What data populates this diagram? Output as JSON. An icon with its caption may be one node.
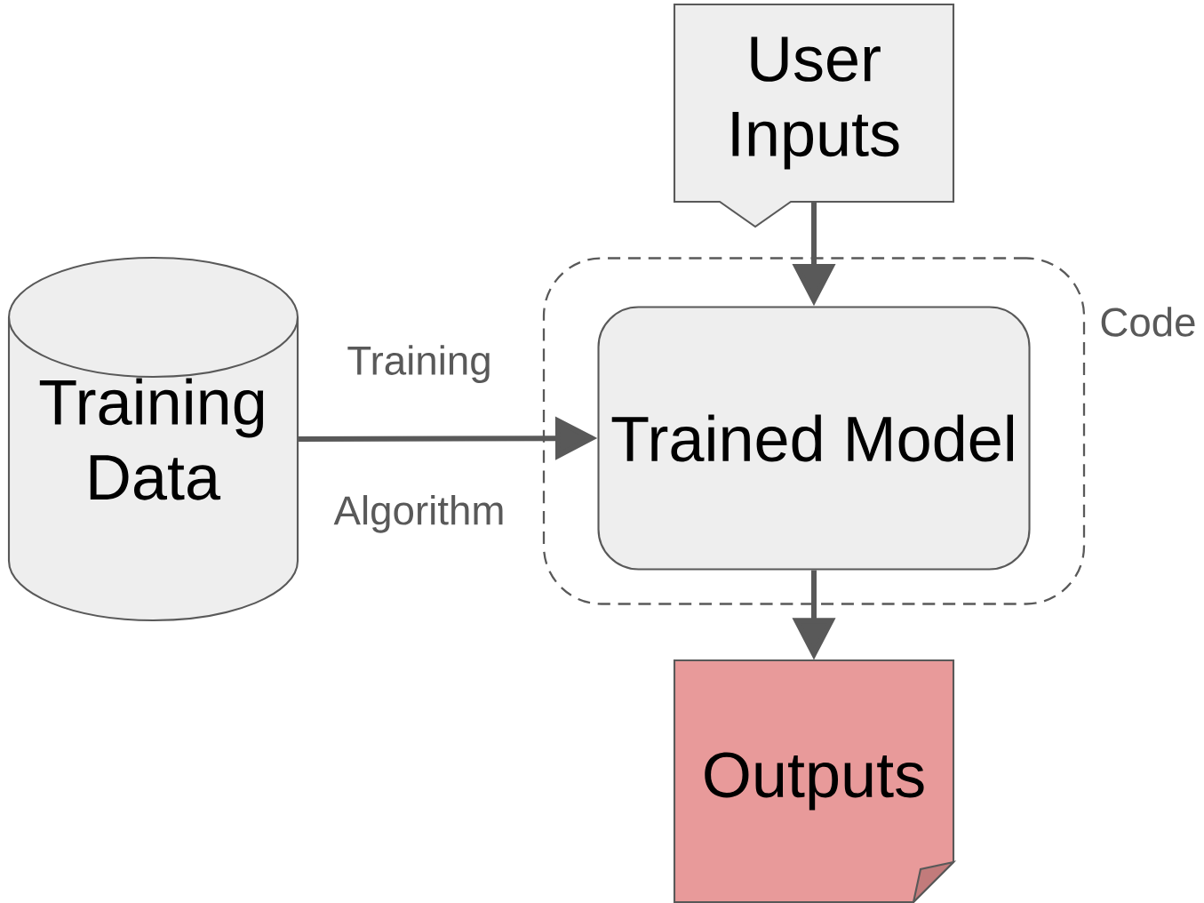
{
  "diagram": {
    "nodes": [
      {
        "text": [
          "Training Data"
        ]
      },
      {
        "text": [
          "Code"
        ]
      },
      {
        "text": [
          "Trained Model"
        ],
        "in": 1
      },
      {
        "text": [
          "User Inputs"
        ]
      },
      {
        "text": [
          "Outputs"
        ]
      }
    ],
    "edges": [
      {
        "from": 0,
        "to": 2,
        "arrow": "to",
        "label": "Training Algorithm"
      },
      {
        "from": 3,
        "to": 2,
        "arrow": "to"
      },
      {
        "from": 2,
        "to": 4,
        "arrow": "to"
      }
    ]
  }
}
